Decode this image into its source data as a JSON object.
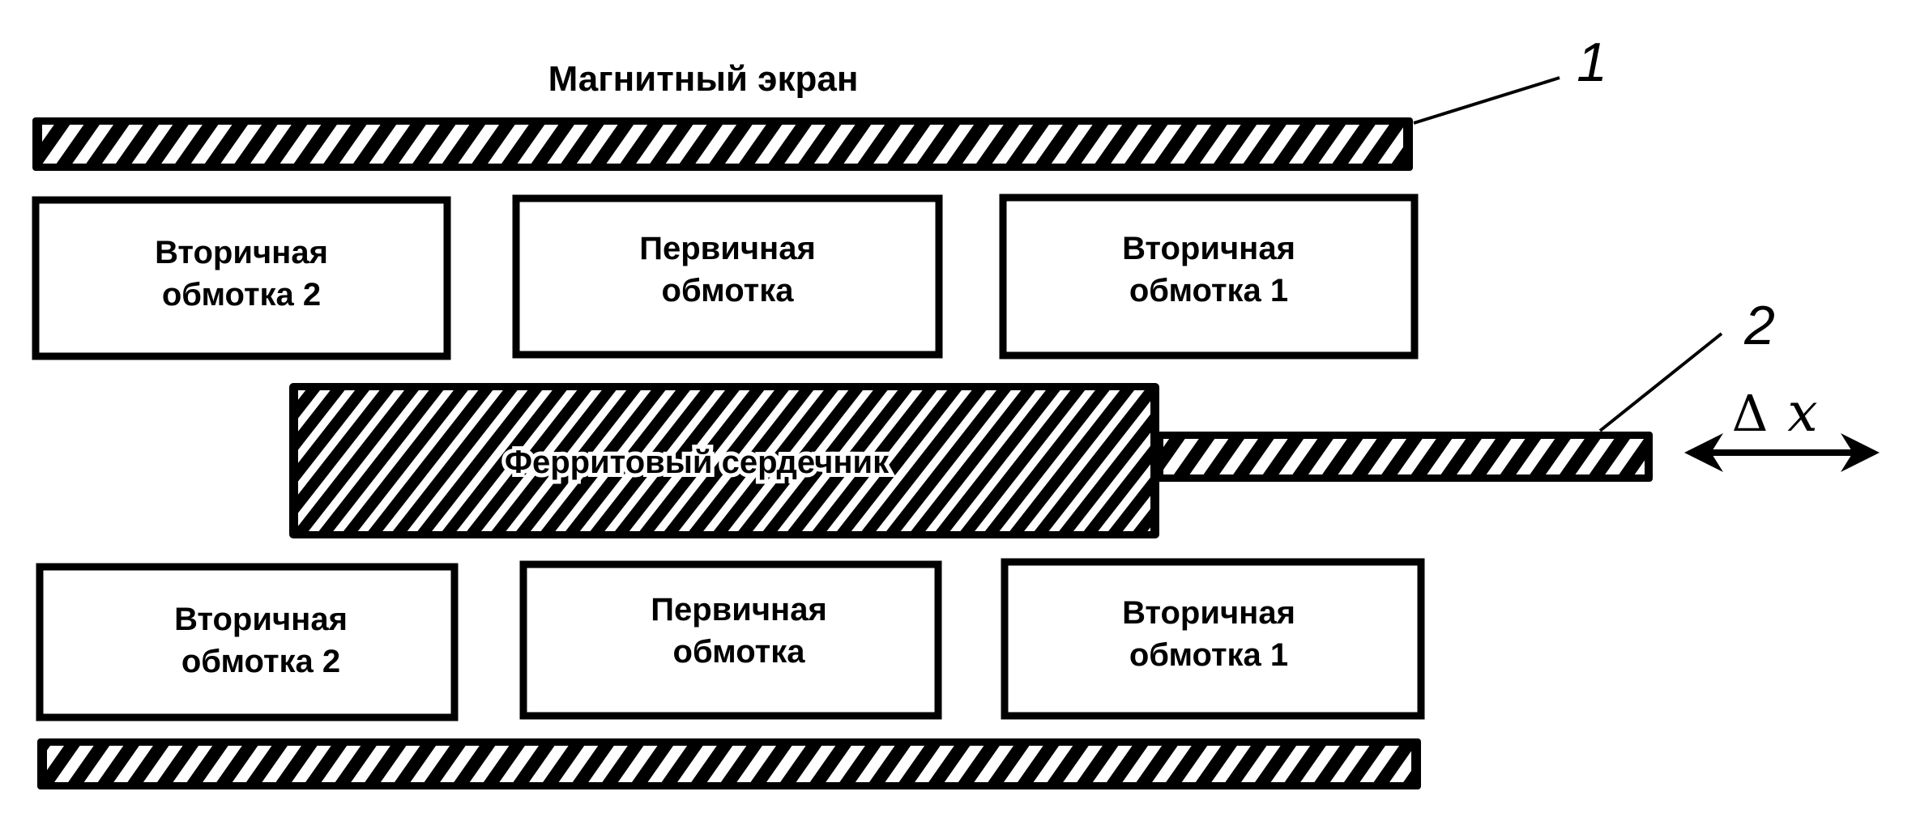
{
  "diagram": {
    "type": "lvdt-cross-section",
    "magnetic_shield": {
      "label": "Магнитный экран",
      "callout": "1"
    },
    "windings_top": [
      {
        "line1": "Вторичная",
        "line2": "обмотка 2"
      },
      {
        "line1": "Первичная",
        "line2": "обмотка"
      },
      {
        "line1": "Вторичная",
        "line2": "обмотка 1"
      }
    ],
    "core": {
      "label": "Ферритовый сердечник",
      "rod_callout": "2"
    },
    "windings_bottom": [
      {
        "line1": "Вторичная",
        "line2": "обмотка 2"
      },
      {
        "line1": "Первичная",
        "line2": "обмотка"
      },
      {
        "line1": "Вторичная",
        "line2": "обмотка 1"
      }
    ],
    "displacement": {
      "delta": "Δ",
      "variable": "x",
      "arrow": "double-arrow-icon"
    }
  },
  "colors": {
    "ink": "#000000",
    "paper": "#ffffff"
  }
}
